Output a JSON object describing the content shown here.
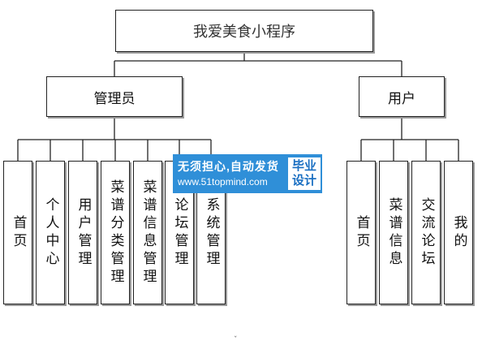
{
  "diagram": {
    "root": {
      "label": "我爱美食小程序"
    },
    "groups": [
      {
        "label": "管理员",
        "leaves": [
          "首页",
          "个人中心",
          "用户管理",
          "菜谱分类管理",
          "菜谱信息管理",
          "论坛管理",
          "系统管理"
        ]
      },
      {
        "label": "用户",
        "leaves": [
          "首页",
          "菜谱信息",
          "交流论坛",
          "我的"
        ]
      }
    ]
  },
  "watermark": {
    "line1": "无须担心,自动发货",
    "line2": "www.51topmind.com",
    "badge": [
      "毕业",
      "设计"
    ]
  },
  "colors": {
    "watermark_bg": "#2f8fd8",
    "watermark_badge_text": "#1a6fc2",
    "line": "#222222",
    "shadow": "#9a9a9a"
  }
}
